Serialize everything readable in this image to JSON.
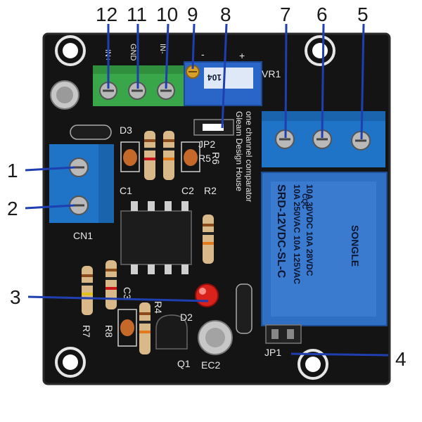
{
  "callouts": {
    "c1": "1",
    "c2": "2",
    "c3": "3",
    "c4": "4",
    "c5": "5",
    "c6": "6",
    "c7": "7",
    "c8": "8",
    "c9": "9",
    "c10": "10",
    "c11": "11",
    "c12": "12"
  },
  "silkscreen": {
    "d3": "D3",
    "jp2": "JP2",
    "r5": "R5",
    "r6": "R6",
    "c1": "C1",
    "c2": "C2",
    "r2": "R2",
    "cn1": "CN1",
    "c3": "C3",
    "r4": "R4",
    "r7": "R7",
    "r8": "R8",
    "d2": "D2",
    "q1": "Q1",
    "ec2": "EC2",
    "jp1": "JP1",
    "vr1": "VR1",
    "in_plus": "IN+",
    "gnd": "GND",
    "in_minus": "IN-",
    "brand_line1": "Gleam Design House",
    "brand_line2": "one channel comparator",
    "pot_code": "104",
    "minus": "-",
    "plus": "+"
  },
  "relay": {
    "brand": "SONGLE",
    "rating1": "10A 250VAC  10A 125VAC",
    "rating2": "10A  30VDC  10A  28VDC",
    "model": "SRD-12VDC-SL-C",
    "cqc": "CQC"
  },
  "colors": {
    "pcb": "#141414",
    "terminal_blue": "#1f74c8",
    "terminal_green": "#3aa64a",
    "callout_line": "#1f3fb0",
    "relay_blue": "#2f6fc4",
    "led_red": "#d9221c"
  }
}
